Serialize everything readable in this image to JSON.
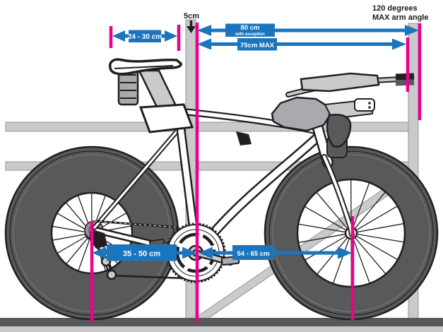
{
  "colors": {
    "measurement_blue": "#1B75BC",
    "reference_magenta": "#EC008C",
    "rig_gray": "#C9CACB",
    "ground_dark": "#58585A",
    "ground_light": "#C6C7C8",
    "wheel_gray": "#58595B",
    "outline_black": "#231F20",
    "label_text_white": "#FFFFFF"
  },
  "measurements": {
    "saddle_length": {
      "label": "24 - 30 cm"
    },
    "saddle_setback_zone": {
      "label": "5cm"
    },
    "reach_exception": {
      "label": "80 cm",
      "sublabel": "with exception"
    },
    "reach_max": {
      "label": "75cm MAX"
    },
    "arm_angle": {
      "line1": "120 degrees",
      "line2": "MAX arm angle"
    },
    "rear_center": {
      "label": "35 - 50 cm"
    },
    "front_center": {
      "label": "54 - 65 cm"
    }
  }
}
